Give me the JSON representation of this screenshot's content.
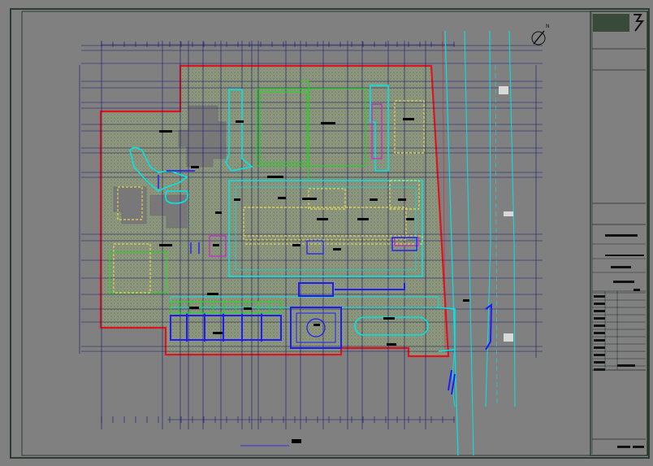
{
  "drawing": {
    "caption": "",
    "north_label": "N",
    "colors": {
      "background": "#808080",
      "frame": "#2b3d33",
      "boundary_red": "#e0141e",
      "wall_blue": "#1c1cff",
      "road_cyan": "#00e5e5",
      "green_line": "#15e015",
      "yellow_dash": "#ffe94a",
      "dim_line": "#1a1a8a",
      "label_bg": "#000000",
      "hatch_fill": "#8f9a7f"
    }
  },
  "title_block": {
    "header_rows": 3,
    "info_rows": 11
  }
}
